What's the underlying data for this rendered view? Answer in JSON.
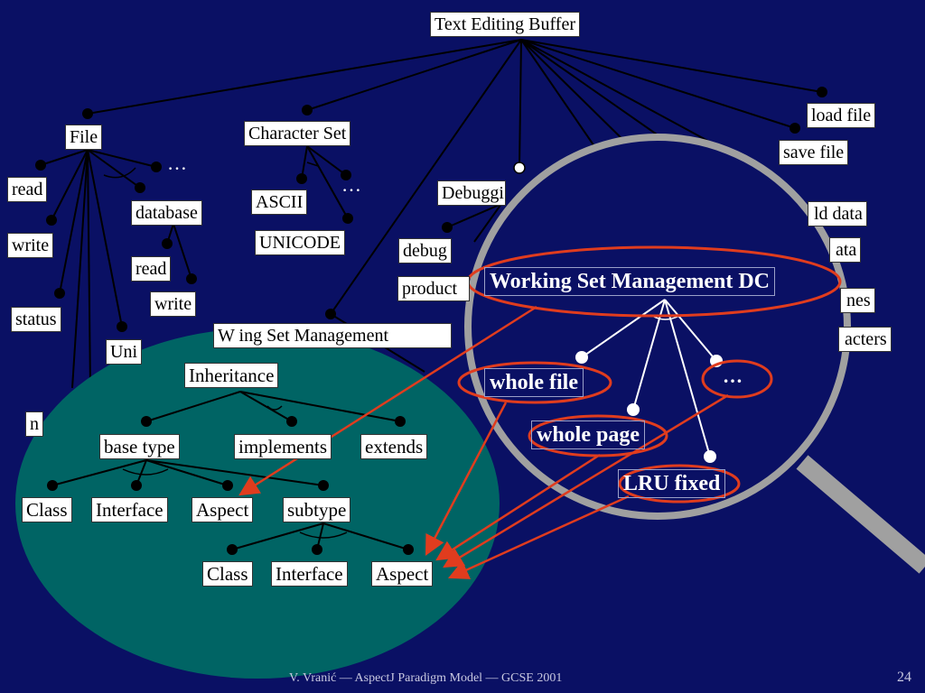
{
  "slide": {
    "background_color": "#0a1064",
    "footer": "V. Vranić — AspectJ Paradigm Model — GCSE 2001",
    "page_number": "24"
  },
  "background_tree": {
    "root": "Text Editing Buffer",
    "file": "File",
    "file_children": [
      "read",
      "write",
      "status"
    ],
    "file_database": "database",
    "database_children": [
      "read",
      "write"
    ],
    "file_partial_labels": [
      "Uni",
      "n"
    ],
    "character_set": "Character Set",
    "character_set_children": [
      "ASCII",
      "UNICODE"
    ],
    "debugging": "Debuggi",
    "debugging_children": [
      "debug",
      "product"
    ],
    "working_set": "W     ing Set Management",
    "right_features": [
      "load file",
      "save file",
      "ld data",
      "ata",
      "nes",
      "acters"
    ],
    "ellipsis": "…"
  },
  "inheritance_tree": {
    "ellipse_color": "#006464",
    "root": "Inheritance",
    "children": [
      "base type",
      "implements",
      "extends"
    ],
    "base_type_children": [
      "Class",
      "Interface",
      "Aspect",
      "subtype"
    ],
    "subtype_children": [
      "Class",
      "Interface",
      "Aspect"
    ]
  },
  "magnifier": {
    "rim_color": "#a0a0a0",
    "title": "Working Set Management DC",
    "children": [
      "whole file",
      "whole page",
      "LRU fixed",
      "…"
    ],
    "highlight_color": "#e03c1e"
  }
}
